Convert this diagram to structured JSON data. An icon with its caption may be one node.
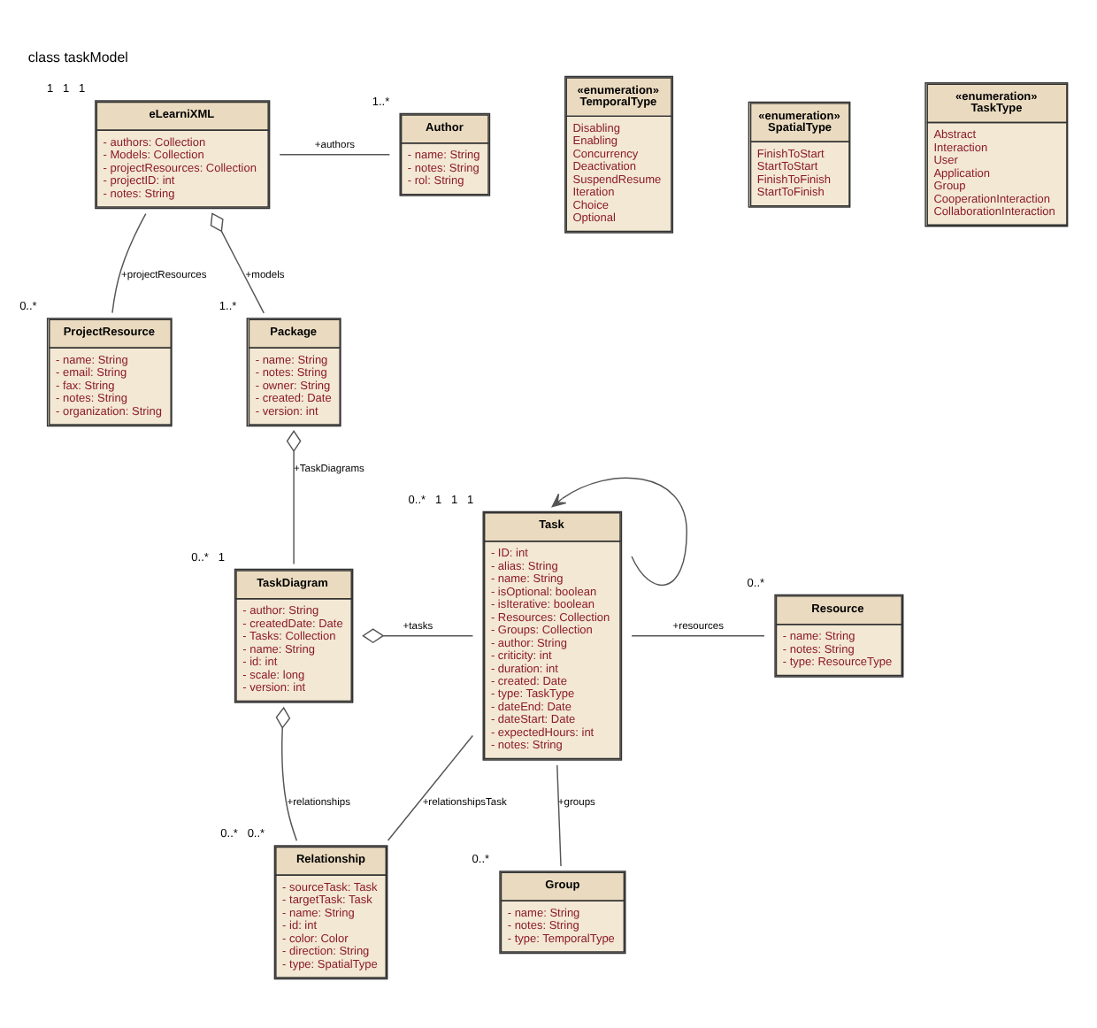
{
  "diagram": {
    "title": "class taskModel",
    "nodes": [
      {
        "text": [
          "eLearniXML",
          "- authors: Collection",
          "- Models: Collection",
          "- projectResources: Collection",
          "- projectID: int",
          "- notes: String"
        ],
        "beside": [
          "1",
          "1",
          "1"
        ]
      },
      {
        "text": [
          "Author",
          "- name: String",
          "- notes: String",
          "- rol: String"
        ],
        "beside": [
          "1..*"
        ]
      },
      {
        "text": [
          "«enumeration» TemporalType",
          "Disabling",
          "Enabling",
          "Concurrency",
          "Deactivation",
          "SuspendResume",
          "Iteration",
          "Choice",
          "Optional"
        ]
      },
      {
        "text": [
          "ProjectResource",
          "- name: String",
          "- email: String",
          "- fax: String",
          "- notes: String",
          "- organization: String"
        ],
        "beside": [
          "0..*"
        ]
      },
      {
        "text": [
          "Package",
          "- name: String",
          "- notes: String",
          "- owner: String",
          "- created: Date",
          "- version: int"
        ],
        "beside": [
          "1..*"
        ]
      },
      {
        "text": [
          "«enumeration» SpatialType",
          "FinishToStart",
          "StartToStart",
          "FinishToFinish",
          "StartToFinish"
        ]
      },
      {
        "text": [
          "«enumeration» TaskType",
          "Abstract",
          "Interaction",
          "User",
          "Application",
          "Group",
          "CooperationInteraction",
          "CollaborationInteraction"
        ]
      },
      {
        "text": [
          "Task",
          "- ID: int",
          "- alias: String",
          "- name: String",
          "- isOptional: boolean",
          "- isIterative: boolean",
          "- Resources: Collection",
          "- Groups: Collection",
          "- author: String",
          "- criticity: int",
          "- duration: int",
          "- created: Date",
          "- type: TaskType",
          "- dateEnd: Date",
          "- dateStart: Date",
          "- expectedHours: int",
          "- notes: String"
        ],
        "beside": [
          "0..*",
          "1",
          "1",
          "1"
        ]
      },
      {
        "text": [
          "Resource",
          "- name: String",
          "- notes: String",
          "- type: ResourceType"
        ],
        "beside": [
          "0..*"
        ]
      },
      {
        "text": [
          "TaskDiagram",
          "- author: String",
          "- createdDate: Date",
          "- Tasks: Collection",
          "- name: String",
          "- id: int",
          "- scale: long",
          "- version: int"
        ],
        "beside": [
          "0..*",
          "1"
        ]
      },
      {
        "text": [
          "Group",
          "- name: String",
          "- notes: String",
          "- type: TemporalType"
        ],
        "beside": [
          "0..*"
        ]
      },
      {
        "text": [
          "Relationship",
          "- sourceTask: Task",
          "- targetTask: Task",
          "- name: String",
          "- id: int",
          "- color: Color",
          "- direction: String",
          "- type: SpatialType"
        ],
        "beside": [
          "0..*",
          "0..*"
        ]
      }
    ],
    "edges": [
      {
        "from": 0,
        "to": 1,
        "arrow": "none",
        "label": "+authors"
      },
      {
        "from": 0,
        "to": 3,
        "arrow": "none",
        "label": "+projectResources"
      },
      {
        "from": 0,
        "to": 4,
        "arrow": "other",
        "label": "+models"
      },
      {
        "from": 4,
        "to": 9,
        "arrow": "other",
        "label": "+TaskDiagrams"
      },
      {
        "from": 9,
        "to": 7,
        "arrow": "other",
        "label": "+tasks"
      },
      {
        "from": 7,
        "to": 7,
        "arrow": "to"
      },
      {
        "from": 7,
        "to": 8,
        "arrow": "none",
        "label": "+resources"
      },
      {
        "from": 7,
        "to": 10,
        "arrow": "none",
        "label": "+groups"
      },
      {
        "from": 9,
        "to": 11,
        "arrow": "other",
        "label": "+relationships"
      },
      {
        "from": 7,
        "to": 11,
        "arrow": "none",
        "label": "+relationshipsTask"
      }
    ]
  }
}
